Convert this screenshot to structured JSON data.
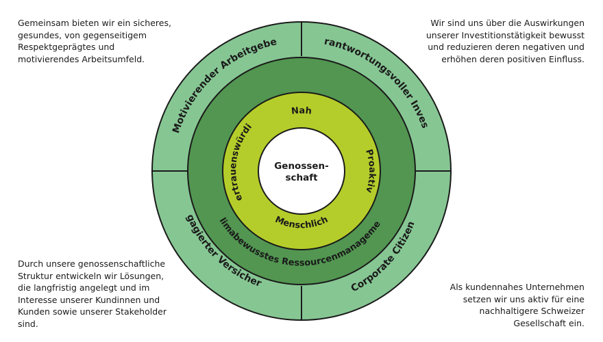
{
  "corners": {
    "top_left": "Gemeinsam bieten wir ein sicheres, gesundes, von gegenseitigem Respektgeprägtes und motivierendes Arbeitsumfeld.",
    "top_right": "Wir sind uns über die Auswirkungen unserer Investitionstätigkeit bewusst und reduzieren deren negativen und erhöhen deren positiven Einfluss.",
    "bottom_left": "Durch unsere genossenschaftliche Struktur entwickeln wir Lösungen, die langfristig angelegt und im Interesse unserer Kundinnen und Kunden sowie unserer Stakeholder sind.",
    "bottom_right": "Als kundennahes Unternehmen setzen wir uns aktiv für eine nachhaltigere Schweizer Gesellschaft ein."
  },
  "outer_ring": {
    "top_left": "Motivierender Arbeitgeber",
    "top_right": "Verantwortungsvoller Investor",
    "bottom_left": "Engagierter Versicherer",
    "bottom_right": "Corporate Citizen"
  },
  "middle_ring": {
    "label": "Klimabewusstes Ressourcenmanagement"
  },
  "inner_ring": {
    "top": "Nah",
    "right": "Proaktiv",
    "bottom": "Menschlich",
    "left": "Vertrauenswürdig"
  },
  "center": {
    "line1": "Genossen-",
    "line2": "schaft"
  },
  "colors": {
    "outer_ring": "#86c693",
    "middle_ring": "#529651",
    "inner_ring": "#b5cd2a",
    "center": "#ffffff",
    "stroke": "#1a1a1a"
  }
}
